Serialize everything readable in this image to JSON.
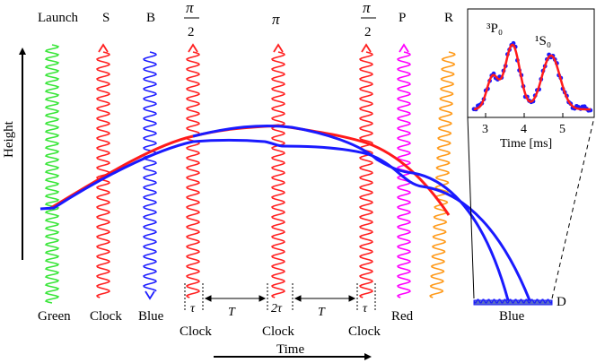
{
  "axes": {
    "height_label": "Height",
    "time_label": "Time"
  },
  "pulses": [
    {
      "top": "Launch",
      "bottom": "Green",
      "color": "#39e639"
    },
    {
      "top": "S",
      "bottom": "Clock",
      "color": "#ff2020"
    },
    {
      "top": "B",
      "bottom": "Blue",
      "color": "#2020ff"
    },
    {
      "top_num": "π",
      "top_den": "2",
      "bottom": "Clock",
      "color": "#ff2020"
    },
    {
      "top": "π",
      "bottom": "Clock",
      "color": "#ff2020"
    },
    {
      "top_num": "π",
      "top_den": "2",
      "bottom": "Clock",
      "color": "#ff2020"
    },
    {
      "top": "P",
      "bottom": "Red",
      "color": "#ff00ff"
    },
    {
      "top": "R",
      "bottom": "",
      "color": "#ff9a1a"
    }
  ],
  "timing": {
    "tau1": "τ",
    "T1": "T",
    "tau2": "2τ",
    "T2": "T",
    "tau3": "τ"
  },
  "detector": {
    "label": "D",
    "blue_label": "Blue"
  },
  "trajectories": {
    "red_color": "#ff1a1a",
    "blue_color": "#1a1aff"
  },
  "inset": {
    "label_3p0": "³P₀",
    "label_1s0": "¹S₀",
    "xlabel": "Time [ms]",
    "xticks": [
      "3",
      "4",
      "5"
    ]
  }
}
